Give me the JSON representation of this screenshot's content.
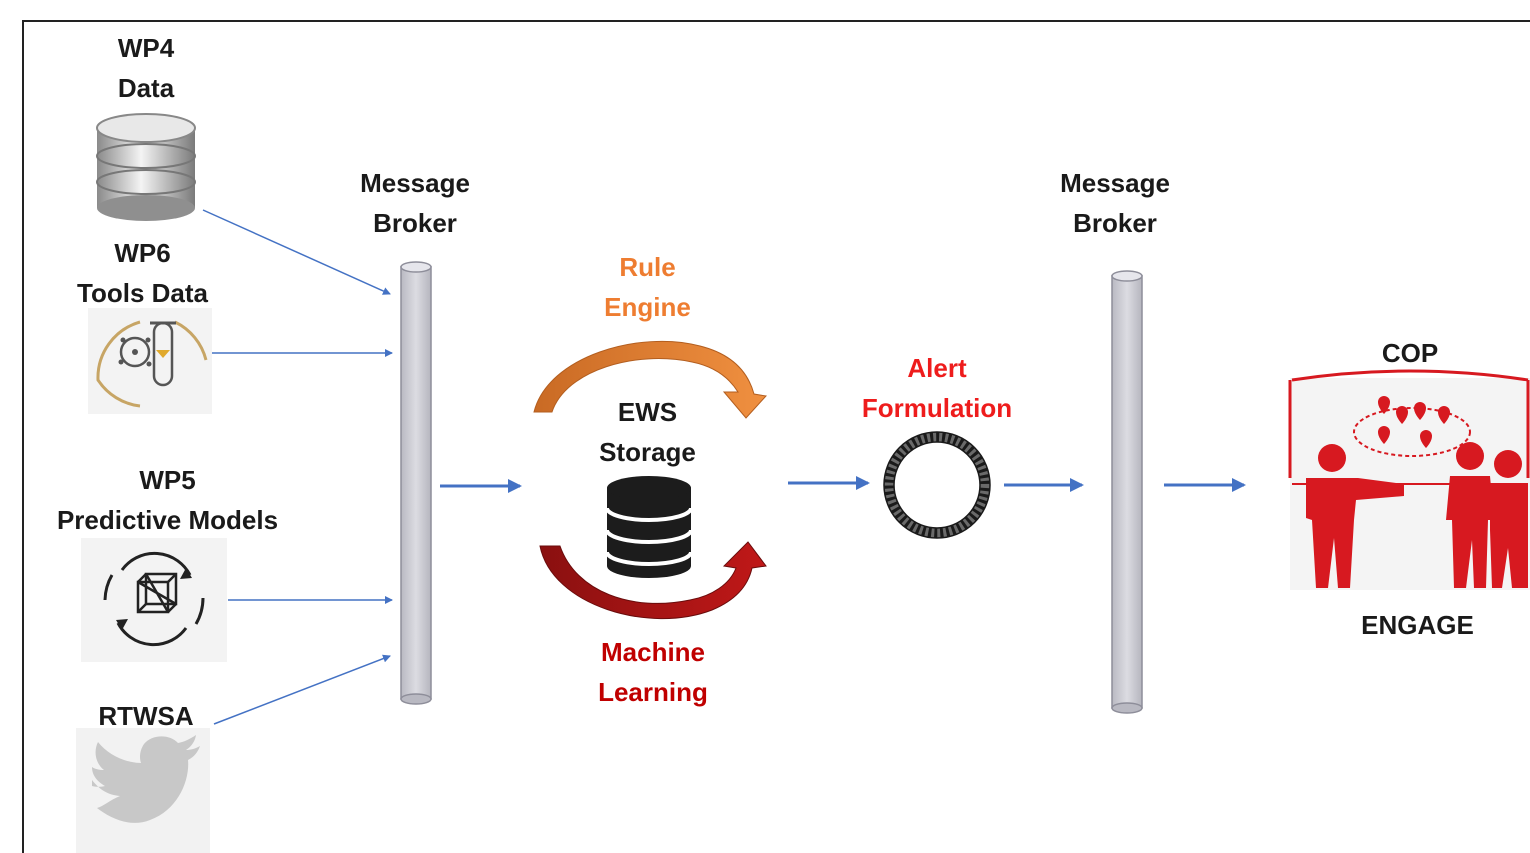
{
  "sources": {
    "wp4": {
      "line1": "WP4",
      "line2": "Data",
      "icon": "database-icon"
    },
    "wp6": {
      "line1": "WP6",
      "line2": "Tools Data",
      "icon": "lab-tools-icon"
    },
    "wp5": {
      "line1": "WP5",
      "line2": "Predictive Models",
      "icon": "3d-cube-cycle-icon"
    },
    "rtwsa": {
      "line1": "RTWSA",
      "icon": "twitter-bird-icon"
    }
  },
  "broker_left": {
    "line1": "Message",
    "line2": "Broker"
  },
  "broker_right": {
    "line1": "Message",
    "line2": "Broker"
  },
  "rule_engine": {
    "line1": "Rule",
    "line2": "Engine",
    "color": "#ee7d31"
  },
  "ews_storage": {
    "line1": "EWS",
    "line2": "Storage"
  },
  "machine_learning": {
    "line1": "Machine",
    "line2": "Learning",
    "color": "#c00000"
  },
  "alert_formulation": {
    "line1": "Alert",
    "line2": "Formulation",
    "color": "#ee1c1c"
  },
  "cop": {
    "label": "COP",
    "caption": "ENGAGE",
    "color": "#d71920"
  },
  "colors": {
    "arrow": "#4472c4",
    "pipe": "#cfcfd6",
    "accent_red": "#d71920"
  }
}
